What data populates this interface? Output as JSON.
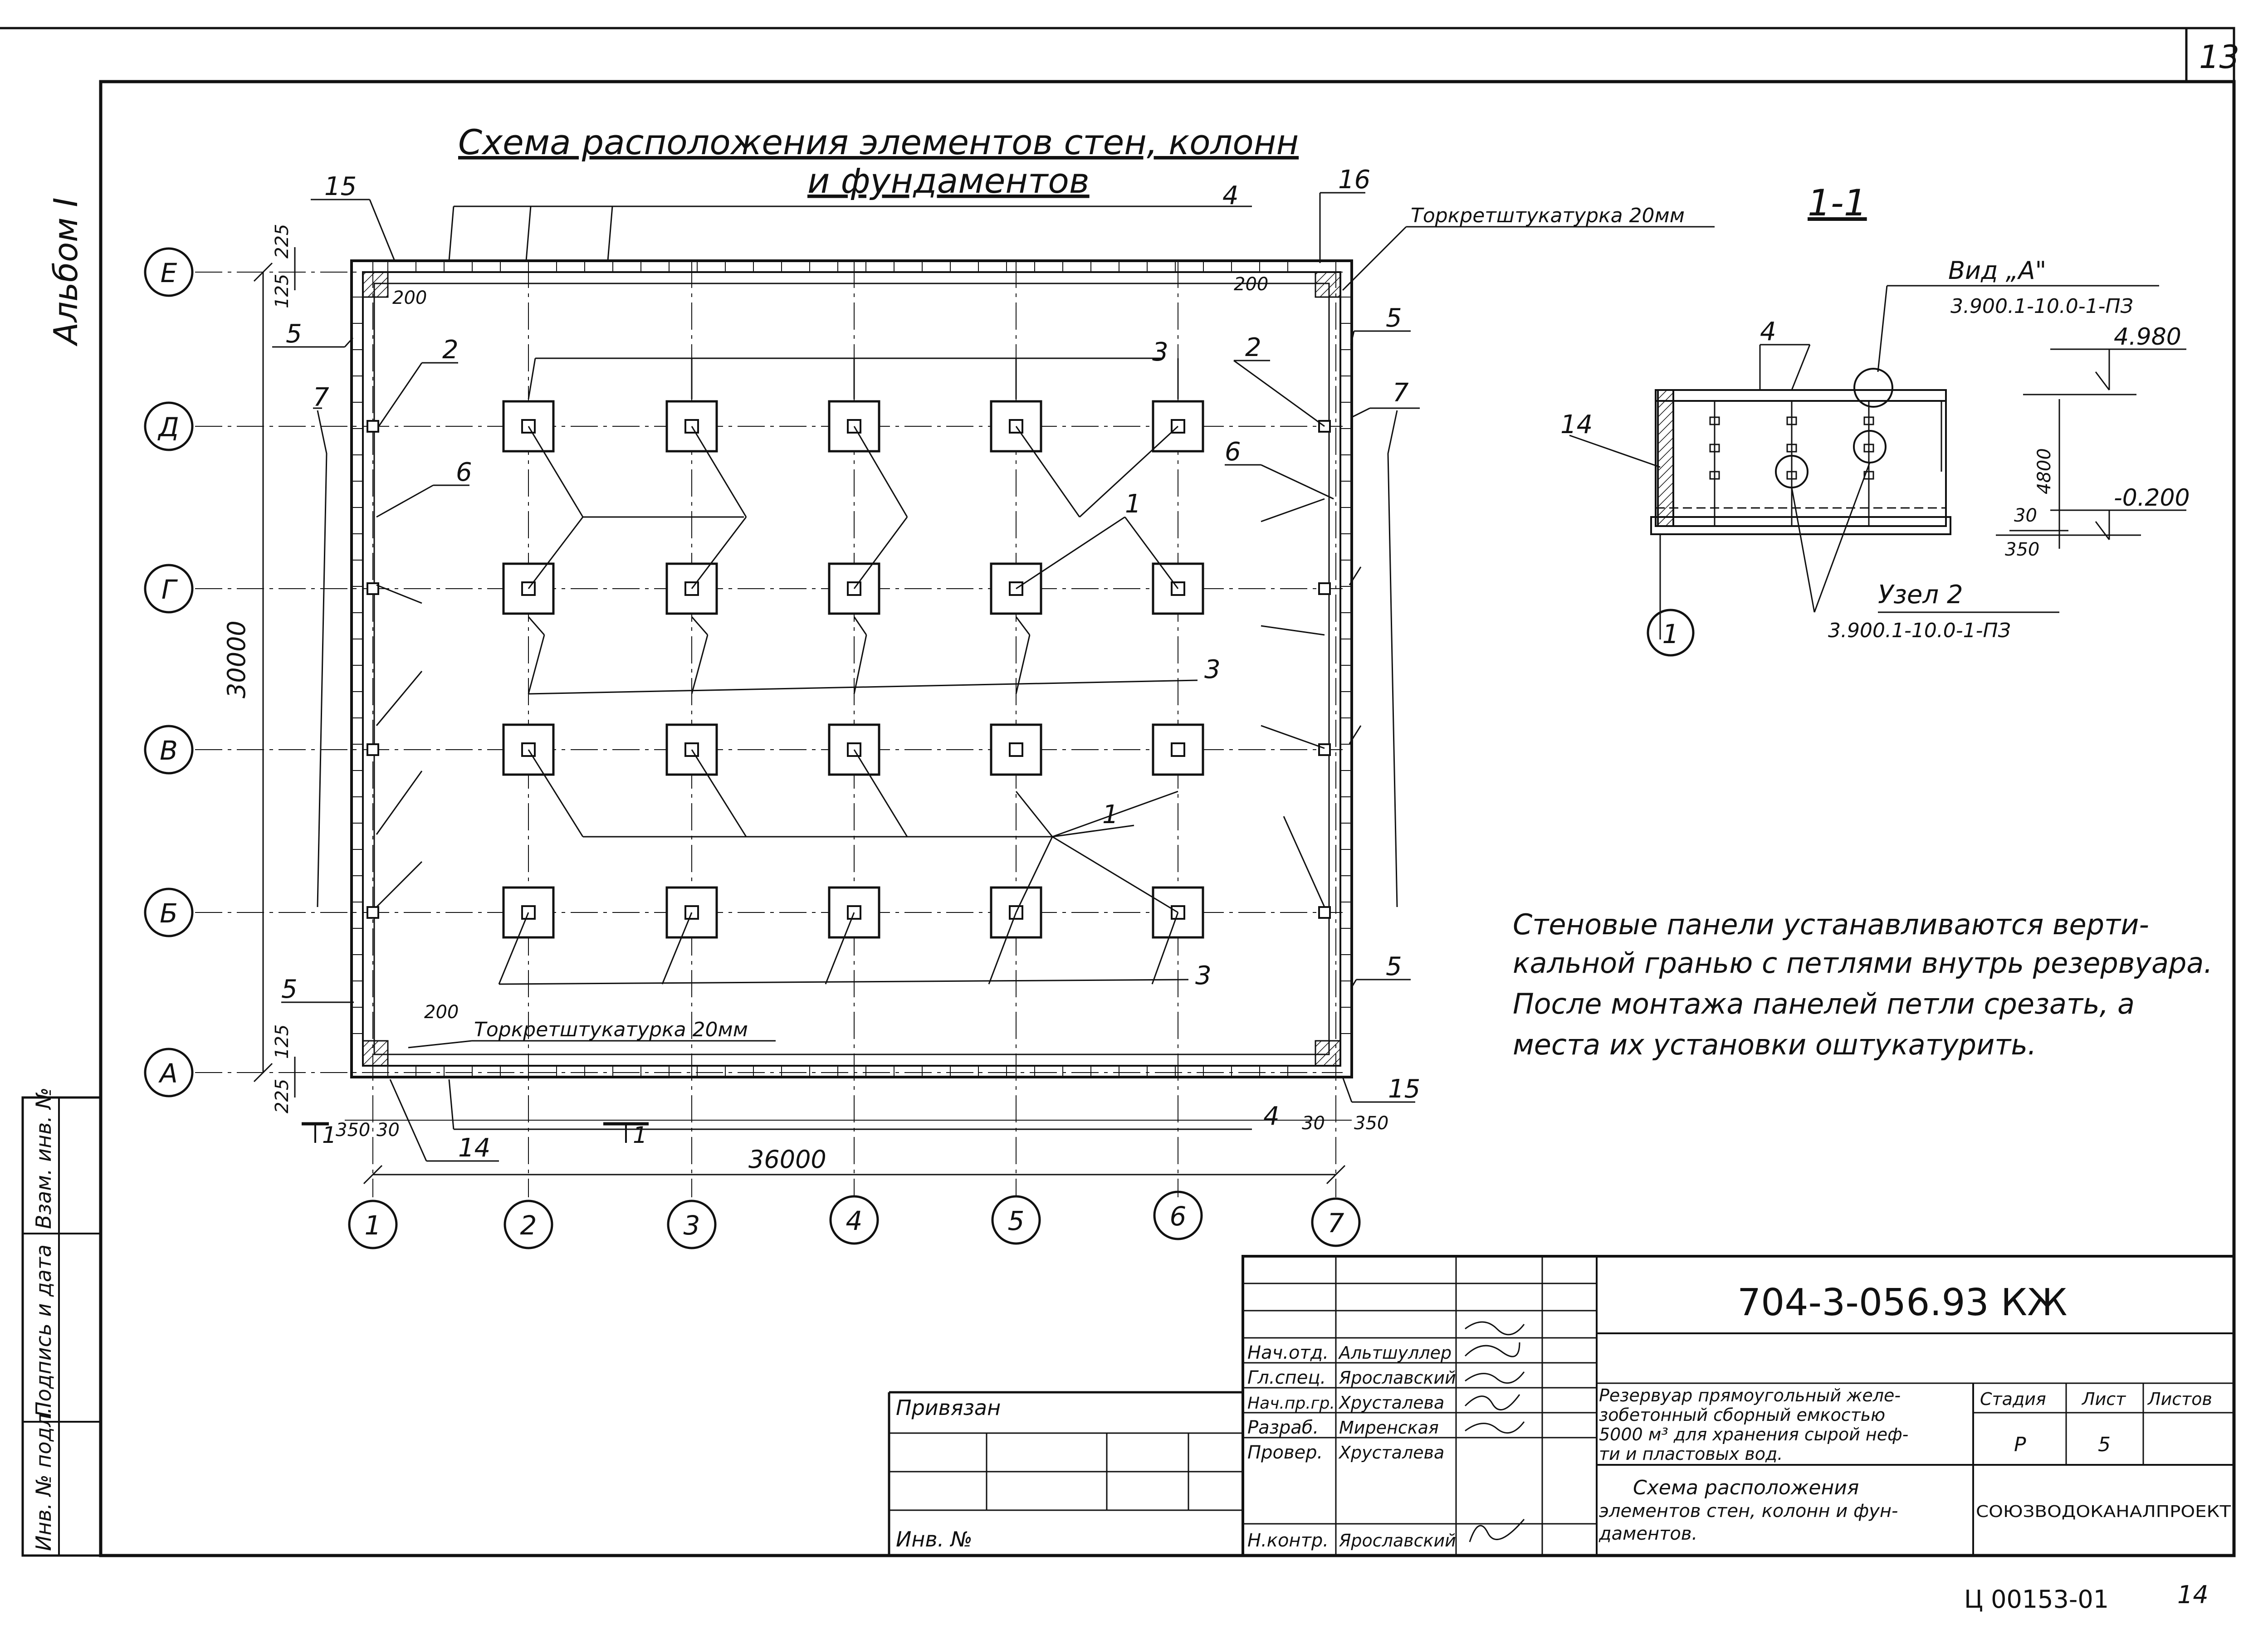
{
  "sheet": {
    "page_number": "13",
    "album_label": "Альбом I",
    "bottom_code": "Ц 00153-01",
    "bottom_page": "14"
  },
  "plan": {
    "title_line1": "Схема расположения элементов стен, колонн",
    "title_line2": "и фундаментов",
    "row_axes": [
      "Е",
      "Д",
      "Г",
      "В",
      "Б",
      "А"
    ],
    "col_axes": [
      "1",
      "2",
      "3",
      "4",
      "5",
      "6",
      "7"
    ],
    "dim_overall_width": "36000",
    "dim_overall_height": "30000",
    "dim_225": "225",
    "dim_125": "125",
    "dim_200": "200",
    "dim_350": "350",
    "dim_30": "30",
    "gunite_label": "Торкретштукатурка 20мм",
    "section_mark": "1",
    "callouts": [
      "15",
      "4",
      "16",
      "5",
      "2",
      "3",
      "7",
      "6",
      "1",
      "14"
    ]
  },
  "section": {
    "title": "1-1",
    "view_label": "Вид „А\"",
    "view_ref": "3.900.1-10.0-1-ПЗ",
    "elev_top": "4.980",
    "elev_bottom": "-0.200",
    "dim_4800": "4800",
    "dim_30": "30",
    "dim_350": "350",
    "node_label": "Узел 2",
    "node_ref": "3.900.1-10.0-1-ПЗ",
    "axis": "1",
    "callout_4": "4",
    "callout_14": "14"
  },
  "note": {
    "line1": "Стеновые панели устанавливаются верти-",
    "line2": "кальной гранью с петлями внутрь резервуара.",
    "line3": "После монтажа панелей петли срезать, а",
    "line4": "места их установки оштукатурить."
  },
  "left_strip": {
    "label1": "Инв. № подл.",
    "label2": "Подпись и дата",
    "label3": "Взам. инв. №"
  },
  "title_block": {
    "code": "704-3-056.93 КЖ",
    "roles": [
      "Нач.отд.",
      "Гл.спец.",
      "Нач.пр.гр.",
      "Разраб.",
      "Провер.",
      "Н.контр."
    ],
    "names": [
      "Альтшуллер",
      "Ярославский",
      "Хрусталева",
      "Миренская",
      "Хрусталева",
      "Ярославский"
    ],
    "object_text": [
      "Резервуар прямоугольный желе-",
      "зобетонный сборный емкостью",
      "5000 м³ для хранения сырой неф-",
      "ти и пластовых вод."
    ],
    "sheet_title": [
      "Схема расположения",
      "элементов стен, колонн и фун-",
      "даментов."
    ],
    "stage_header": "Стадия",
    "sheet_header": "Лист",
    "sheets_header": "Листов",
    "stage_value": "Р",
    "sheet_value": "5",
    "organization": "СОЮЗВОДОКАНАЛПРОЕКТ",
    "bound_label": "Привязан",
    "inv_label": "Инв. №"
  }
}
